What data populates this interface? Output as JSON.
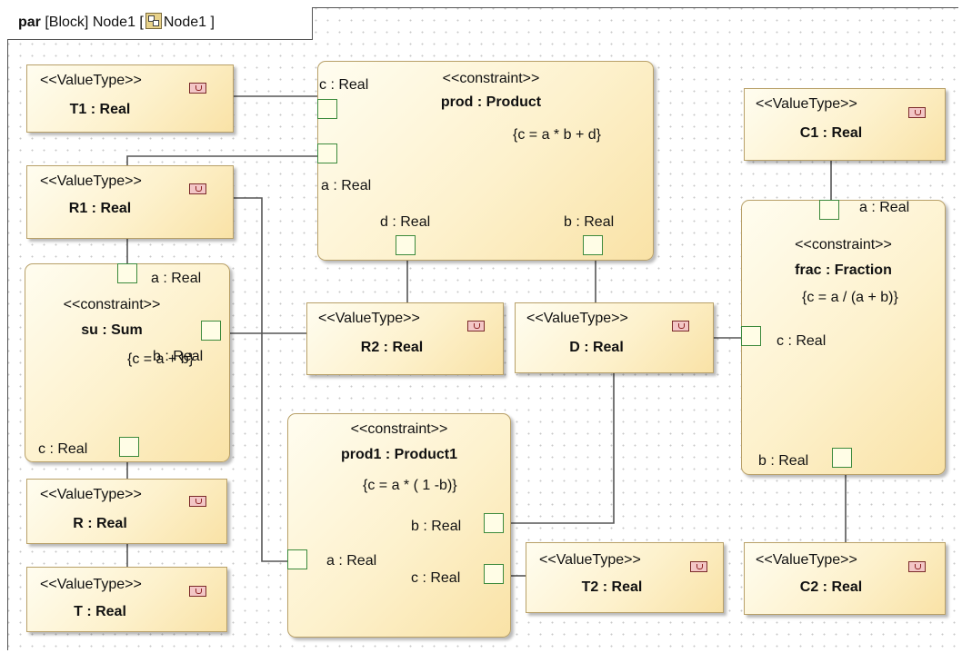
{
  "frame": {
    "keyword": "par",
    "label_before_icon": "[Block] Node1 [",
    "label_after_icon": "Node1 ]"
  },
  "value_types": {
    "T1": {
      "stereotype": "<<ValueType>>",
      "name": "T1 : Real"
    },
    "R1": {
      "stereotype": "<<ValueType>>",
      "name": "R1 : Real"
    },
    "R2": {
      "stereotype": "<<ValueType>>",
      "name": "R2 : Real"
    },
    "D": {
      "stereotype": "<<ValueType>>",
      "name": "D : Real"
    },
    "C1": {
      "stereotype": "<<ValueType>>",
      "name": "C1 : Real"
    },
    "R": {
      "stereotype": "<<ValueType>>",
      "name": "R : Real"
    },
    "T": {
      "stereotype": "<<ValueType>>",
      "name": "T : Real"
    },
    "T2": {
      "stereotype": "<<ValueType>>",
      "name": "T2 : Real"
    },
    "C2": {
      "stereotype": "<<ValueType>>",
      "name": "C2 : Real"
    }
  },
  "constraints": {
    "prod": {
      "stereotype": "<<constraint>>",
      "name": "prod : Product",
      "formula": "{c = a * b + d}",
      "ports": {
        "c": "c : Real",
        "a": "a : Real",
        "d": "d : Real",
        "b": "b : Real"
      }
    },
    "su": {
      "stereotype": "<<constraint>>",
      "name": "su : Sum",
      "formula": "{c = a + b}",
      "ports": {
        "a": "a : Real",
        "b": "b : Real",
        "c": "c : Real"
      }
    },
    "prod1": {
      "stereotype": "<<constraint>>",
      "name": "prod1 : Product1",
      "formula": "{c = a * ( 1 -b)}",
      "ports": {
        "b": "b : Real",
        "a": "a : Real",
        "c": "c : Real"
      }
    },
    "frac": {
      "stereotype": "<<constraint>>",
      "name": "frac : Fraction",
      "formula": "{c = a / (a + b)}",
      "ports": {
        "a": "a : Real",
        "c": "c : Real",
        "b": "b : Real"
      }
    }
  },
  "icons": {
    "value_type": "value-type-icon",
    "block": "block-icon"
  },
  "colors": {
    "box_fill": "#fdf1cc",
    "box_border": "#b8a068",
    "port_border": "#3c8a3c",
    "connector": "#555555"
  }
}
